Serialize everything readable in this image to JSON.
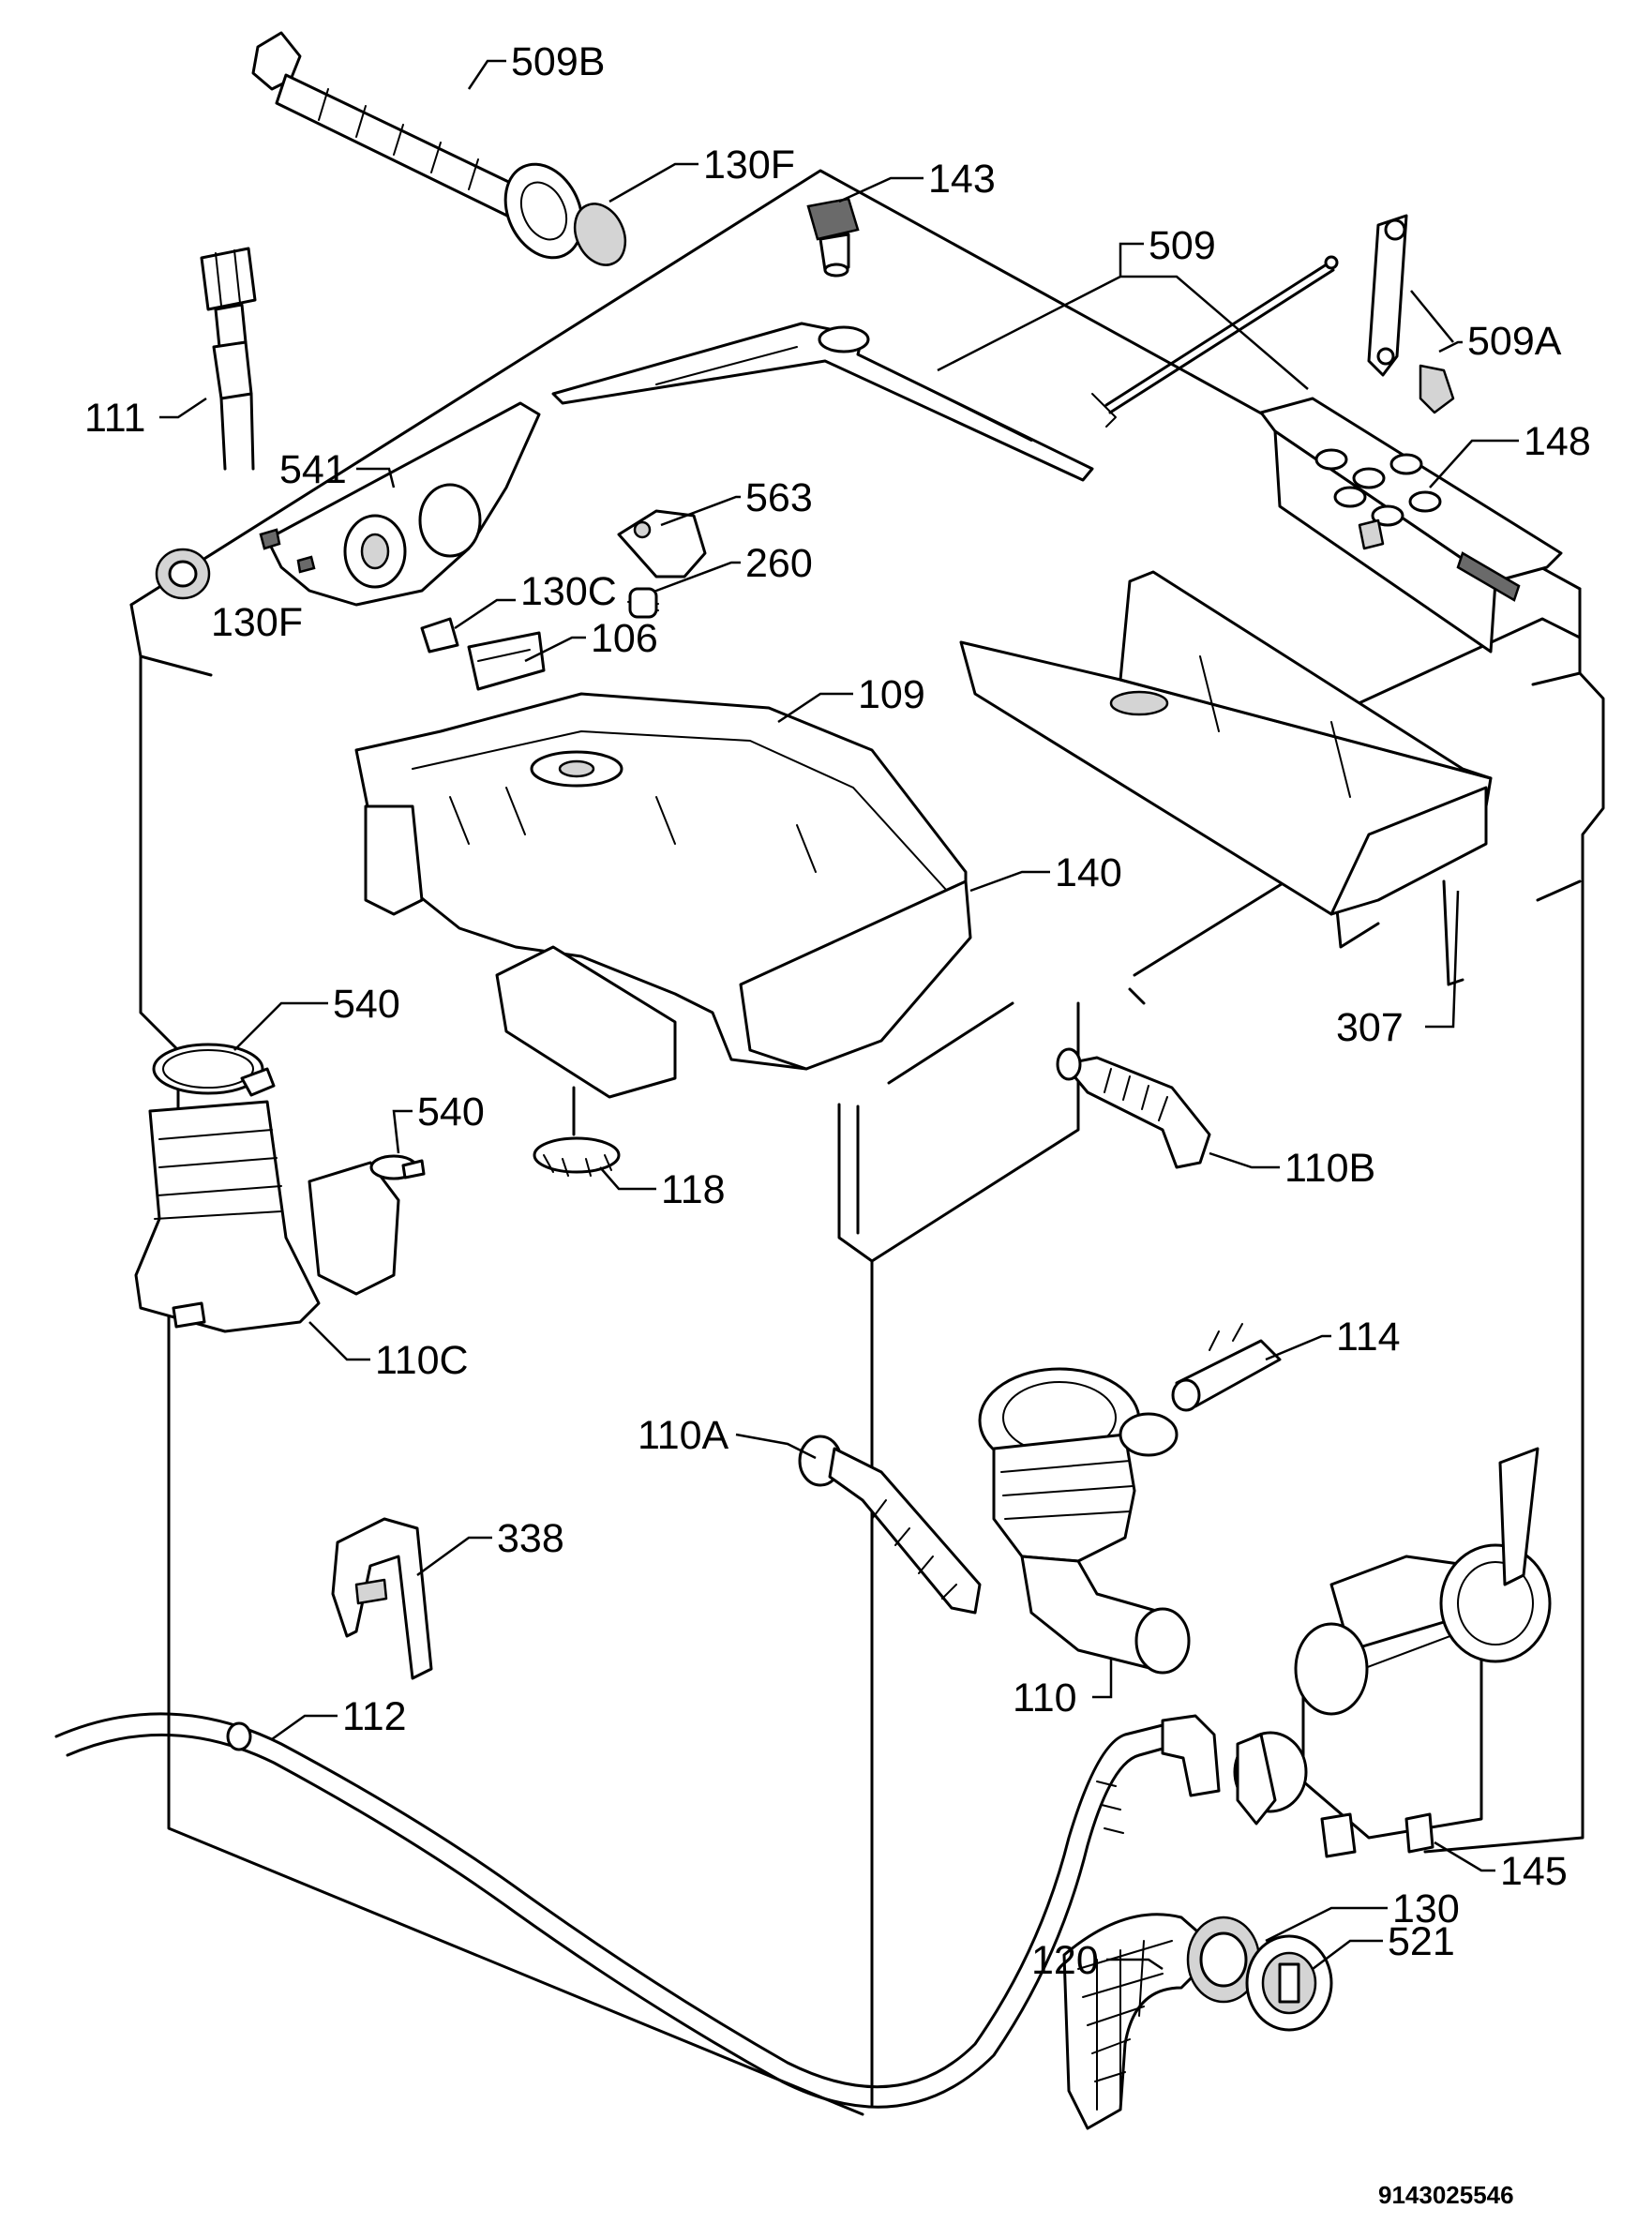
{
  "callouts": {
    "c509b": "509B",
    "c130f_top": "130F",
    "c143": "143",
    "c509": "509",
    "c509a": "509A",
    "c111": "111",
    "c541": "541",
    "c148": "148",
    "c563": "563",
    "c260": "260",
    "c130f_left": "130F",
    "c130c": "130C",
    "c106": "106",
    "c109": "109",
    "c140": "140",
    "c307": "307",
    "c540_top": "540",
    "c540_mid": "540",
    "c118": "118",
    "c110b": "110B",
    "c110c": "110C",
    "c114": "114",
    "c110a": "110A",
    "c338": "338",
    "c110": "110",
    "c112": "112",
    "c145": "145",
    "c130": "130",
    "c120": "120",
    "c521": "521"
  },
  "document_code": "9143025546"
}
